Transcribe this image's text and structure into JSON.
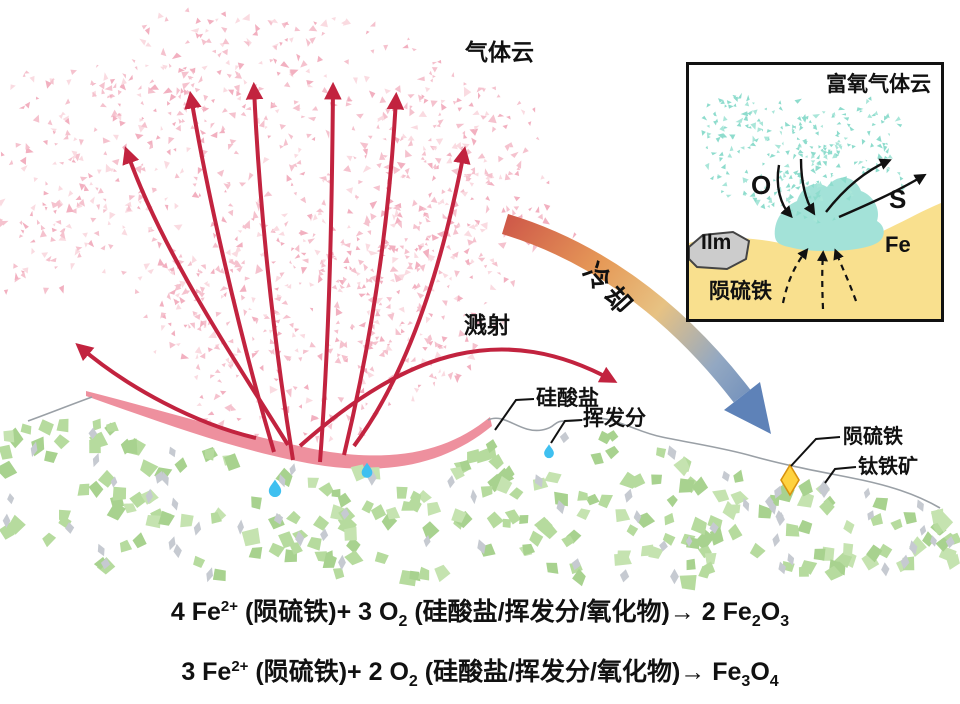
{
  "labels": {
    "gas_cloud": "气体云",
    "sputtering": "溅射",
    "cooling": "冷却",
    "silicate": "硅酸盐",
    "volatiles": "挥发分",
    "troilite": "陨硫铁",
    "ilmenite": "钛铁矿"
  },
  "inset": {
    "title": "富氧气体云",
    "oxygen": "O",
    "sulfur": "S",
    "ilmenite_abbr": "Ilm",
    "iron": "Fe",
    "troilite": "陨硫铁"
  },
  "equations": [
    {
      "segments": [
        {
          "t": "4 Fe"
        },
        {
          "t": "2+",
          "style": "sup"
        },
        {
          "t": " (陨硫铁)+ 3 O"
        },
        {
          "t": "2",
          "style": "sub"
        },
        {
          "t": " (硅酸盐/挥发分/氧化物)→ 2 Fe"
        },
        {
          "t": "2",
          "style": "sub"
        },
        {
          "t": "O"
        },
        {
          "t": "3",
          "style": "sub"
        }
      ]
    },
    {
      "segments": [
        {
          "t": "3 Fe"
        },
        {
          "t": "2+",
          "style": "sup"
        },
        {
          "t": " (陨硫铁)+ 2 O"
        },
        {
          "t": "2",
          "style": "sub"
        },
        {
          "t": " (硅酸盐/挥发分/氧化物)→ Fe"
        },
        {
          "t": "3",
          "style": "sub"
        },
        {
          "t": "O"
        },
        {
          "t": "4",
          "style": "sub"
        }
      ]
    }
  ],
  "colors": {
    "ink": "#111111",
    "arrow_red": "#c2233f",
    "cloud_pink": "#f5c2ce",
    "cloud_pink_deep": "#f2b0c0",
    "cloud_pink_light": "#fadbe1",
    "melt_band": "#ee909e",
    "surface_gray": "#9aa0a6",
    "regolith_green": "#b6db9e",
    "regolith_green_dark": "#a8d28f",
    "regolith_green_light": "#c5e3b0",
    "regolith_gray": "#c6cad1",
    "droplet_blue": "#3fc0f0",
    "troilite_yellow": "#ffd23e",
    "troilite_stroke": "#d8920e",
    "cooling_start": "#cf5a49",
    "cooling_mid1": "#e69a58",
    "cooling_mid2": "#e7c283",
    "cooling_mid3": "#93a8c2",
    "cooling_end": "#5e82b8",
    "inset_sand": "#f9e08e",
    "inset_teal_blob": "#a3e2d8",
    "inset_teal_speck": "#8edccd",
    "inset_teal_speck2": "#a9e6d9",
    "inset_rock_gray": "#cccccc"
  }
}
